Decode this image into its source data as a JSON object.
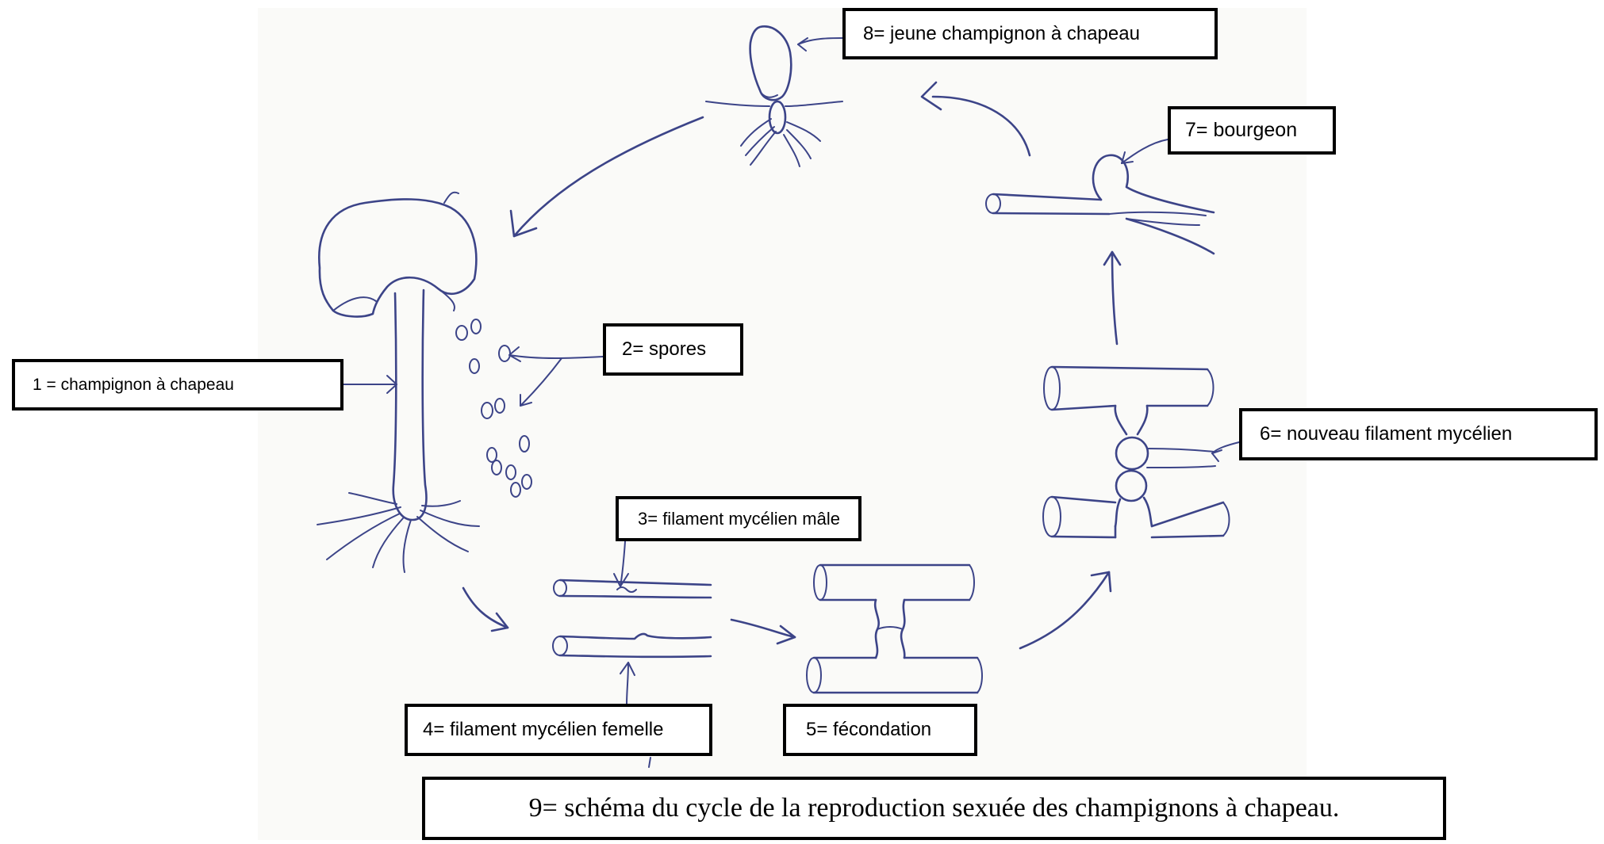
{
  "diagram": {
    "ink_color": "#3c4488",
    "paper_color": "#fafaf8",
    "labels": {
      "l1": "1 = champignon à chapeau",
      "l2": "2= spores",
      "l3": "3= filament mycélien mâle",
      "l4": "4= filament mycélien femelle",
      "l5": "5= fécondation",
      "l6": "6= nouveau filament mycélien",
      "l7": "7= bourgeon",
      "l8": "8= jeune champignon à chapeau"
    },
    "caption": "9= schéma du cycle de la reproduction sexuée des champignons à chapeau."
  }
}
